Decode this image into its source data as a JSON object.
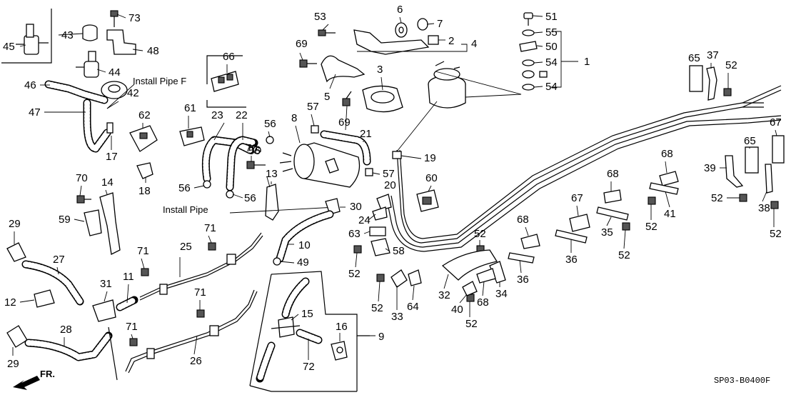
{
  "diagram": {
    "code": "SP03-B0400F",
    "captions": {
      "install_pipe_f": "Install Pipe F",
      "install_pipe": "Install Pipe",
      "front": "FR."
    },
    "callouts": [
      {
        "id": "c1",
        "text": "1"
      },
      {
        "id": "c2",
        "text": "2"
      },
      {
        "id": "c3",
        "text": "3"
      },
      {
        "id": "c4",
        "text": "4"
      },
      {
        "id": "c5",
        "text": "5"
      },
      {
        "id": "c6",
        "text": "6"
      },
      {
        "id": "c7",
        "text": "7"
      },
      {
        "id": "c8",
        "text": "8"
      },
      {
        "id": "c9",
        "text": "9"
      },
      {
        "id": "c10",
        "text": "10"
      },
      {
        "id": "c11",
        "text": "11"
      },
      {
        "id": "c12",
        "text": "12"
      },
      {
        "id": "c13",
        "text": "13"
      },
      {
        "id": "c14",
        "text": "14"
      },
      {
        "id": "c15",
        "text": "15"
      },
      {
        "id": "c16",
        "text": "16"
      },
      {
        "id": "c17",
        "text": "17"
      },
      {
        "id": "c18",
        "text": "18"
      },
      {
        "id": "c19",
        "text": "19"
      },
      {
        "id": "c20",
        "text": "20"
      },
      {
        "id": "c21",
        "text": "21"
      },
      {
        "id": "c22",
        "text": "22"
      },
      {
        "id": "c23",
        "text": "23"
      },
      {
        "id": "c24",
        "text": "24"
      },
      {
        "id": "c25",
        "text": "25"
      },
      {
        "id": "c26",
        "text": "26"
      },
      {
        "id": "c27",
        "text": "27"
      },
      {
        "id": "c28",
        "text": "28"
      },
      {
        "id": "c29a",
        "text": "29"
      },
      {
        "id": "c29b",
        "text": "29"
      },
      {
        "id": "c30",
        "text": "30"
      },
      {
        "id": "c31",
        "text": "31"
      },
      {
        "id": "c32",
        "text": "32"
      },
      {
        "id": "c33",
        "text": "33"
      },
      {
        "id": "c34",
        "text": "34"
      },
      {
        "id": "c35",
        "text": "35"
      },
      {
        "id": "c36a",
        "text": "36"
      },
      {
        "id": "c36b",
        "text": "36"
      },
      {
        "id": "c37",
        "text": "37"
      },
      {
        "id": "c38",
        "text": "38"
      },
      {
        "id": "c39",
        "text": "39"
      },
      {
        "id": "c40",
        "text": "40"
      },
      {
        "id": "c41",
        "text": "41"
      },
      {
        "id": "c42",
        "text": "42"
      },
      {
        "id": "c43",
        "text": "43"
      },
      {
        "id": "c44",
        "text": "44"
      },
      {
        "id": "c45",
        "text": "45"
      },
      {
        "id": "c46",
        "text": "46"
      },
      {
        "id": "c47",
        "text": "47"
      },
      {
        "id": "c48",
        "text": "48"
      },
      {
        "id": "c49",
        "text": "49"
      },
      {
        "id": "c50",
        "text": "50"
      },
      {
        "id": "c51",
        "text": "51"
      },
      {
        "id": "c52a",
        "text": "52"
      },
      {
        "id": "c52b",
        "text": "52"
      },
      {
        "id": "c52c",
        "text": "52"
      },
      {
        "id": "c52d",
        "text": "52"
      },
      {
        "id": "c52e",
        "text": "52"
      },
      {
        "id": "c52f",
        "text": "52"
      },
      {
        "id": "c52g",
        "text": "52"
      },
      {
        "id": "c52h",
        "text": "52"
      },
      {
        "id": "c52i",
        "text": "52"
      },
      {
        "id": "c53",
        "text": "53"
      },
      {
        "id": "c54a",
        "text": "54"
      },
      {
        "id": "c54b",
        "text": "54"
      },
      {
        "id": "c55",
        "text": "55"
      },
      {
        "id": "c56a",
        "text": "56"
      },
      {
        "id": "c56b",
        "text": "56"
      },
      {
        "id": "c56c",
        "text": "56"
      },
      {
        "id": "c56d",
        "text": "56"
      },
      {
        "id": "c57a",
        "text": "57"
      },
      {
        "id": "c57b",
        "text": "57"
      },
      {
        "id": "c58",
        "text": "58"
      },
      {
        "id": "c59",
        "text": "59"
      },
      {
        "id": "c60",
        "text": "60"
      },
      {
        "id": "c61",
        "text": "61"
      },
      {
        "id": "c62",
        "text": "62"
      },
      {
        "id": "c63",
        "text": "63"
      },
      {
        "id": "c64",
        "text": "64"
      },
      {
        "id": "c65a",
        "text": "65"
      },
      {
        "id": "c65b",
        "text": "65"
      },
      {
        "id": "c66",
        "text": "66"
      },
      {
        "id": "c67a",
        "text": "67"
      },
      {
        "id": "c67b",
        "text": "67"
      },
      {
        "id": "c68a",
        "text": "68"
      },
      {
        "id": "c68b",
        "text": "68"
      },
      {
        "id": "c68c",
        "text": "68"
      },
      {
        "id": "c68d",
        "text": "68"
      },
      {
        "id": "c69a",
        "text": "69"
      },
      {
        "id": "c69b",
        "text": "69"
      },
      {
        "id": "c70a",
        "text": "70"
      },
      {
        "id": "c70b",
        "text": "70"
      },
      {
        "id": "c71a",
        "text": "71"
      },
      {
        "id": "c71b",
        "text": "71"
      },
      {
        "id": "c71c",
        "text": "71"
      },
      {
        "id": "c71d",
        "text": "71"
      },
      {
        "id": "c72",
        "text": "72"
      },
      {
        "id": "c73",
        "text": "73"
      }
    ]
  }
}
